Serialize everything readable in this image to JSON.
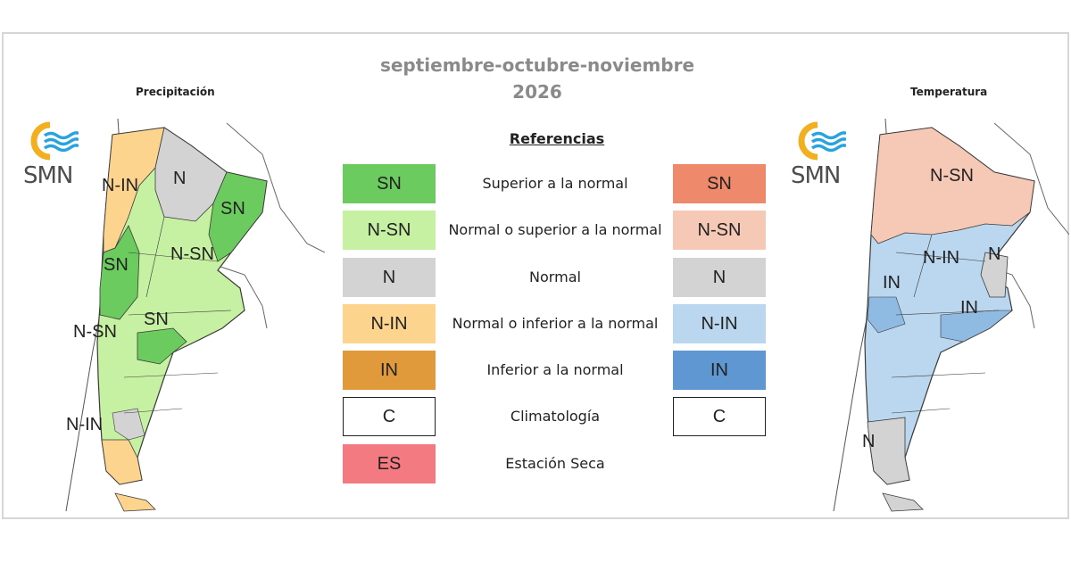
{
  "header": {
    "title_line1": "septiembre-octubre-noviembre",
    "title_line2": "2026"
  },
  "left_map": {
    "title": "Precipitación",
    "logo_text": "SMN",
    "regions": [
      "N-IN",
      "N",
      "SN",
      "SN",
      "N-SN",
      "N-SN",
      "SN",
      "N-IN"
    ]
  },
  "right_map": {
    "title": "Temperatura",
    "logo_text": "SMN",
    "regions": [
      "N-SN",
      "N-IN",
      "N",
      "IN",
      "IN",
      "N"
    ]
  },
  "legend": {
    "title": "Referencias",
    "rows": [
      {
        "code": "SN",
        "description": "Superior a la normal",
        "precip_color": "#6ccb5f",
        "temp_code": "SN",
        "temp_color": "#ee8a6b"
      },
      {
        "code": "N-SN",
        "description": "Normal o superior a la normal",
        "precip_color": "#c6f0a2",
        "temp_code": "N-SN",
        "temp_color": "#f5c9b5"
      },
      {
        "code": "N",
        "description": "Normal",
        "precip_color": "#d3d3d3",
        "temp_code": "N",
        "temp_color": "#d3d3d3"
      },
      {
        "code": "N-IN",
        "description": "Normal o inferior a la normal",
        "precip_color": "#fcd48e",
        "temp_code": "N-IN",
        "temp_color": "#bad7ef"
      },
      {
        "code": "IN",
        "description": "Inferior a la normal",
        "precip_color": "#e09a3b",
        "temp_code": "IN",
        "temp_color": "#5e97d1"
      },
      {
        "code": "C",
        "description": "Climatología",
        "precip_color": "#ffffff",
        "temp_code": "C",
        "temp_color": "#ffffff"
      },
      {
        "code": "ES",
        "description": "Estación Seca",
        "precip_color": "#f47a82"
      }
    ]
  },
  "colors": {
    "title_gray": "#8a8a8a",
    "logo_orange": "#f2b020",
    "logo_blue": "#29a3dd",
    "map_border": "#3a3a3a"
  }
}
